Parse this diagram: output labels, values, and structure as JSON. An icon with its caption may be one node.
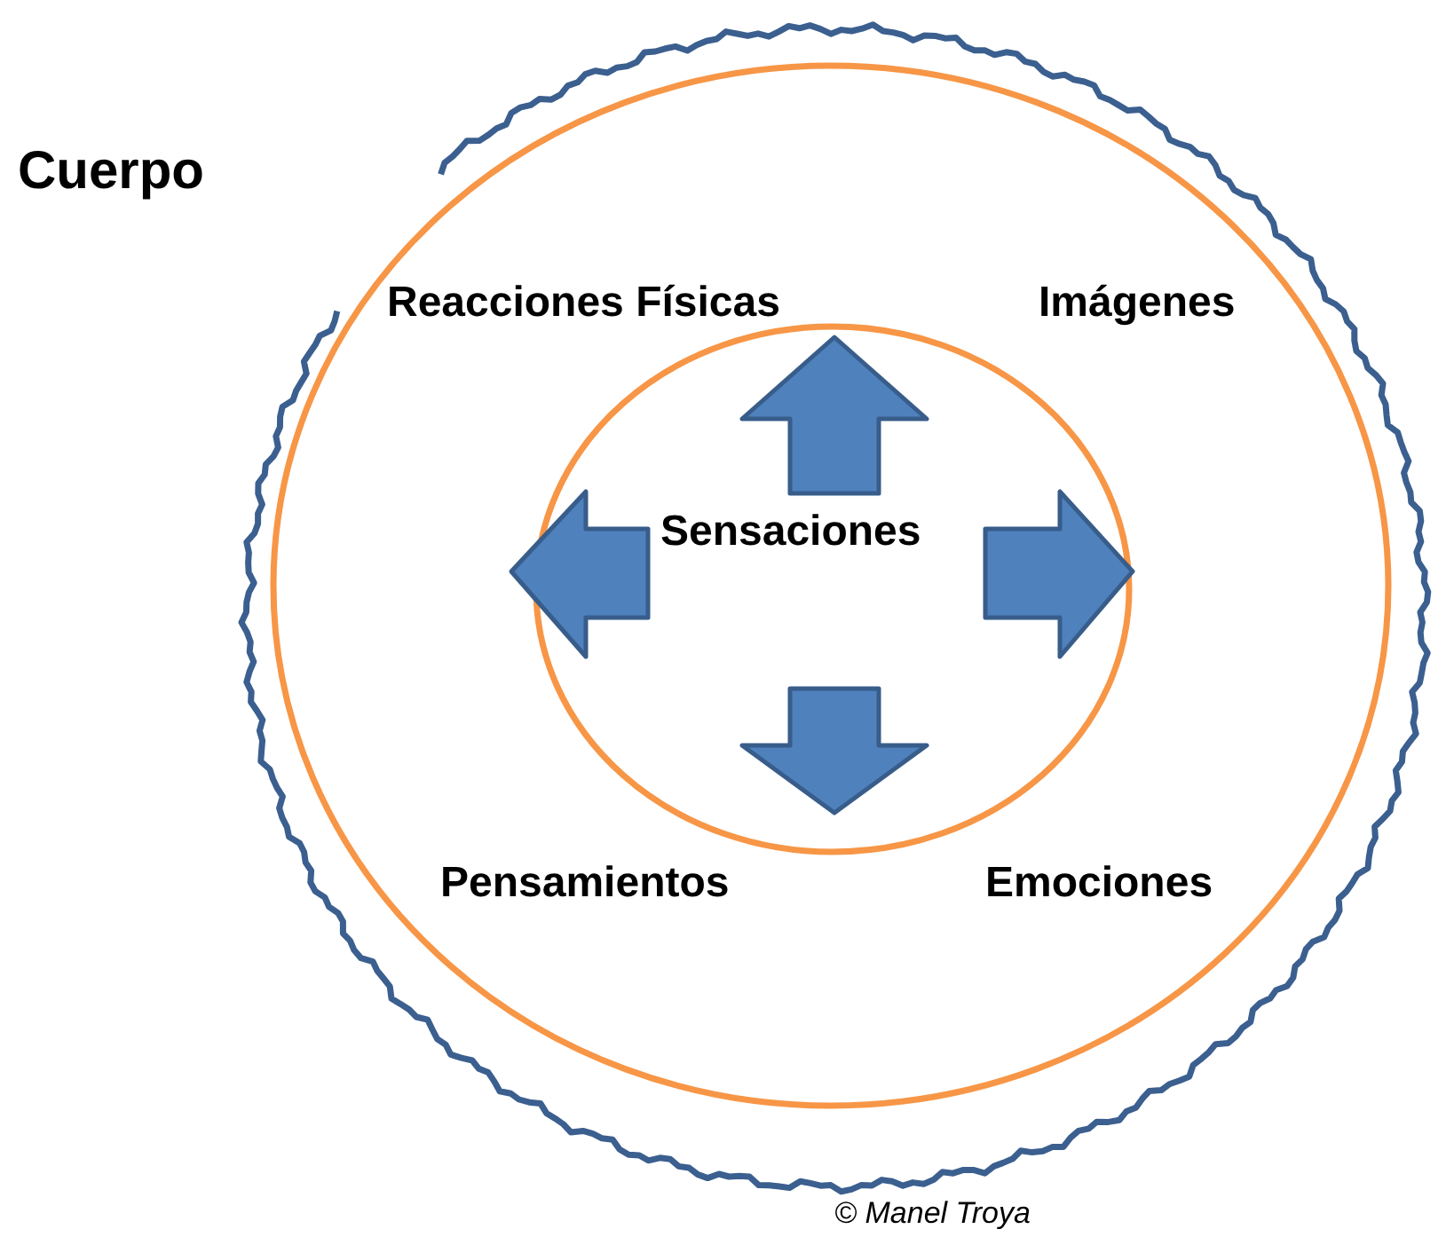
{
  "diagram": {
    "nodes": [
      {
        "text": [
          "Cuerpo"
        ]
      },
      {
        "text": [
          "Reacciones Físicas",
          "Imágenes",
          "Pensamientos",
          "Emociones"
        ],
        "in": 0
      },
      {
        "text": [
          "Sensaciones"
        ],
        "in": 1
      }
    ],
    "labels": [
      "© Manel Troya"
    ]
  }
}
